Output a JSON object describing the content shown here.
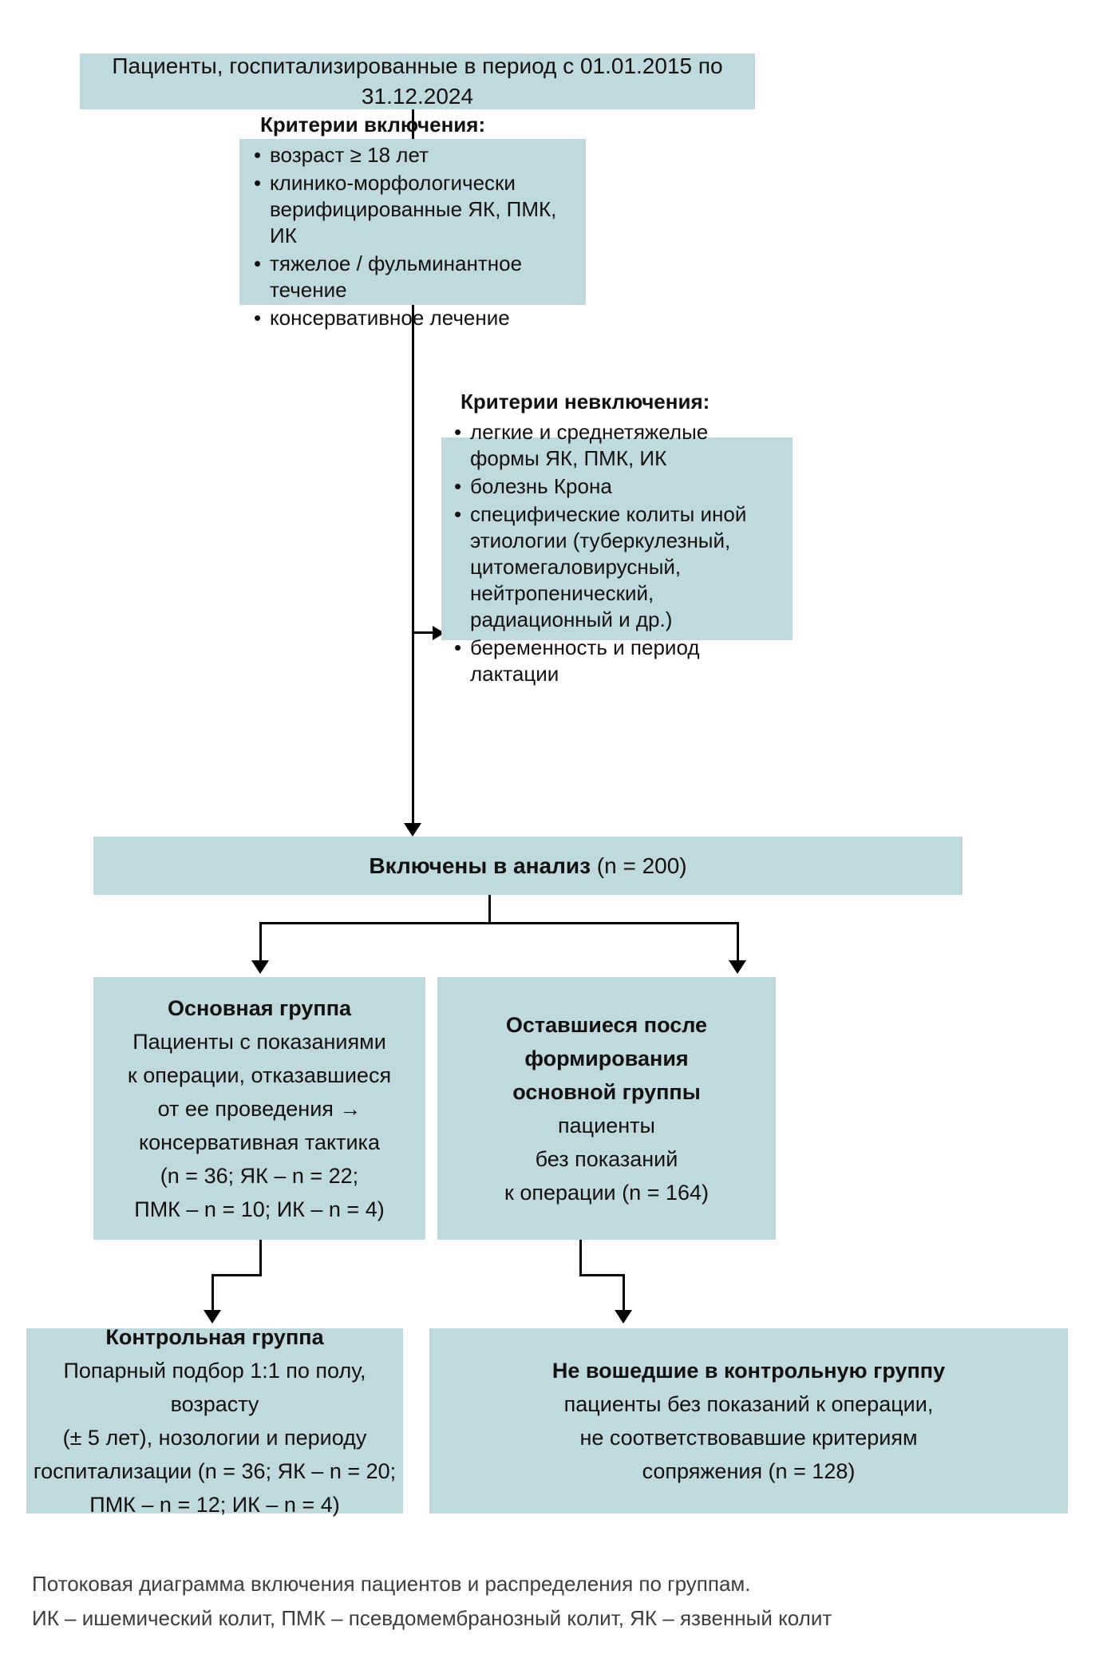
{
  "diagram": {
    "accent_box_color": "#bfd9de",
    "line_color": "#000000",
    "boxes": {
      "hospitalized": {
        "text": "Пациенты, госпитализированные в период с 01.01.2015 по 31.12.2024"
      },
      "inclusion": {
        "title": "Критерии включения:",
        "items": [
          "возраст ≥ 18 лет",
          "клинико-морфологически верифицированные ЯК, ПМК, ИК",
          "тяжелое / фульминантное течение",
          "консервативное лечение"
        ],
        "item_lines": [
          [
            "возраст ≥ 18 лет"
          ],
          [
            "клинико-морфологически",
            "верифицированные ЯК, ПМК, ИК"
          ],
          [
            "тяжелое / фульминантное течение"
          ],
          [
            "консервативное лечение"
          ]
        ]
      },
      "exclusion": {
        "title": "Критерии невключения:",
        "items": [
          "легкие и среднетяжелые формы ЯК, ПМК, ИК",
          "болезнь Крона",
          "специфические колиты иной этиологии (туберкулезный, цитомегаловирусный, нейтропенический, радиационный и др.)",
          "беременность и период лактации"
        ],
        "item_lines": [
          [
            "легкие и среднетяжелые",
            "формы ЯК, ПМК, ИК"
          ],
          [
            "болезнь Крона"
          ],
          [
            "специфические колиты иной",
            "этиологии (туберкулезный,",
            "цитомегаловирусный,",
            "нейтропенический,",
            "радиационный и др.)"
          ],
          [
            "беременность и период лактации"
          ]
        ]
      },
      "included": {
        "title": "Включены в анализ",
        "count": "(n = 200)"
      },
      "main_group": {
        "title": "Основная группа",
        "lines": [
          "Пациенты с показаниями",
          "к операции, отказавшиеся",
          "от ее проведения →",
          "консервативная тактика",
          "(n = 36; ЯК – n = 22;",
          "ПМК – n = 10; ИК – n = 4)"
        ]
      },
      "remaining": {
        "title_lines": [
          "Оставшиеся после",
          "формирования",
          "основной группы"
        ],
        "lines": [
          "пациенты",
          "без показаний",
          "к операции (n = 164)"
        ]
      },
      "control_group": {
        "title": "Контрольная группа",
        "lines": [
          "Попарный подбор 1:1 по полу, возрасту",
          "(± 5 лет), нозологии и периоду",
          "госпитализации (n = 36; ЯК – n = 20;",
          "ПМК – n = 12; ИК – n = 4)"
        ]
      },
      "not_included_control": {
        "title": "Не вошедшие в контрольную группу",
        "lines": [
          "пациенты без показаний к операции,",
          "не соответствовавшие критериям",
          "сопряжения (n = 128)"
        ]
      }
    }
  },
  "caption": {
    "line1": "Потоковая диаграмма включения пациентов и распределения по группам.",
    "line2": "ИК – ишемический колит, ПМК – псевдомембранозный колит, ЯК – язвенный колит"
  }
}
